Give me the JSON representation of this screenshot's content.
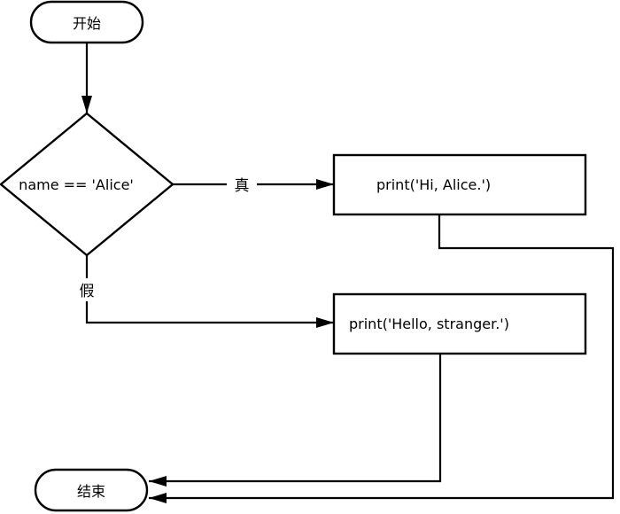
{
  "diagram": {
    "start": {
      "label": "开始"
    },
    "decision": {
      "label": "name == 'Alice'"
    },
    "true_action": {
      "label": "print('Hi, Alice.')"
    },
    "false_action": {
      "label": "print('Hello, stranger.')"
    },
    "end": {
      "label": "结束"
    },
    "edges": {
      "true_label": "真",
      "false_label": "假"
    }
  }
}
